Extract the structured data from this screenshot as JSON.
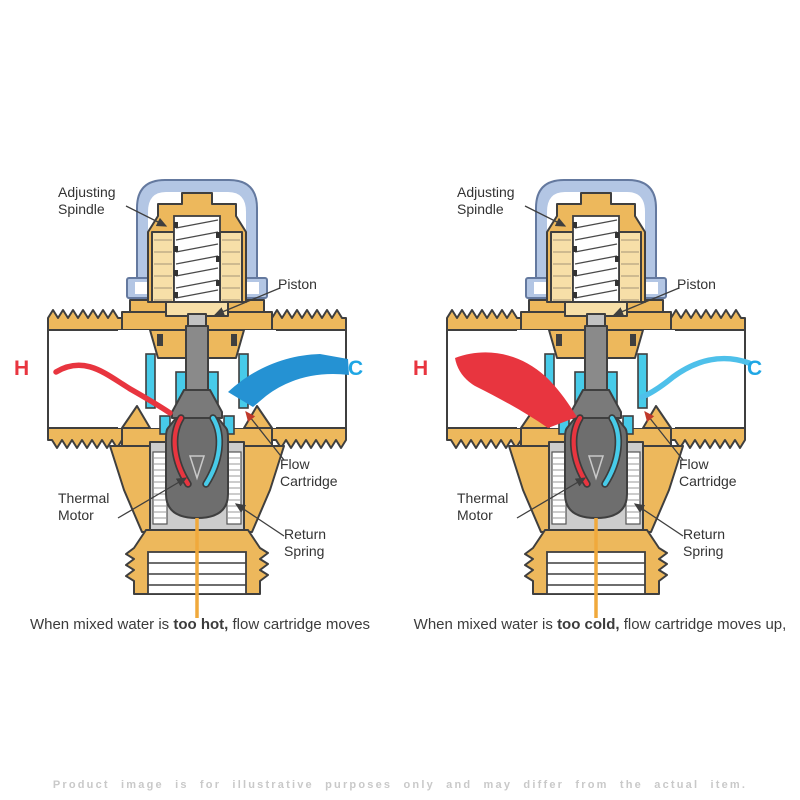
{
  "colors": {
    "hot": "#e8353f",
    "cold_label": "#1fa6e4",
    "cold_thick": "#2592d3",
    "cold_thin": "#4ec0ea",
    "brass": "#edb85c",
    "brass_light": "#f7dfa8",
    "cap": "#b3c6e4",
    "cap_outline": "#64799f",
    "cartridge": "#47cbe9",
    "piston_gray": "#8a8a8a",
    "motor_gray": "#6e6e6e",
    "housing_gray": "#cdcdcd",
    "outline": "#3f3f3f",
    "orange": "#f0a93c",
    "caption_text": "#3c3c3c",
    "footer_text": "#c9c9c9"
  },
  "labels": {
    "adjusting_spindle": "Adjusting\nSpindle",
    "piston": "Piston",
    "hot": "H",
    "cold": "C",
    "flow_cartridge": "Flow\nCartridge",
    "thermal_motor": "Thermal\nMotor",
    "return_spring": "Return\nSpring"
  },
  "captions": {
    "left": {
      "prefix": "When mixed water is ",
      "bold": "too hot,",
      "suffix": " flow cartridge moves"
    },
    "right": {
      "prefix": "When mixed water is ",
      "bold": "too cold,",
      "suffix": " flow cartridge moves up,"
    }
  },
  "diagrams": [
    {
      "side": "left",
      "condition": "too hot",
      "hot_flow": "thin",
      "cold_flow": "thick"
    },
    {
      "side": "right",
      "condition": "too cold",
      "hot_flow": "thick",
      "cold_flow": "thin"
    }
  ],
  "footer": "Product image is for illustrative purposes only and may differ from the actual item."
}
